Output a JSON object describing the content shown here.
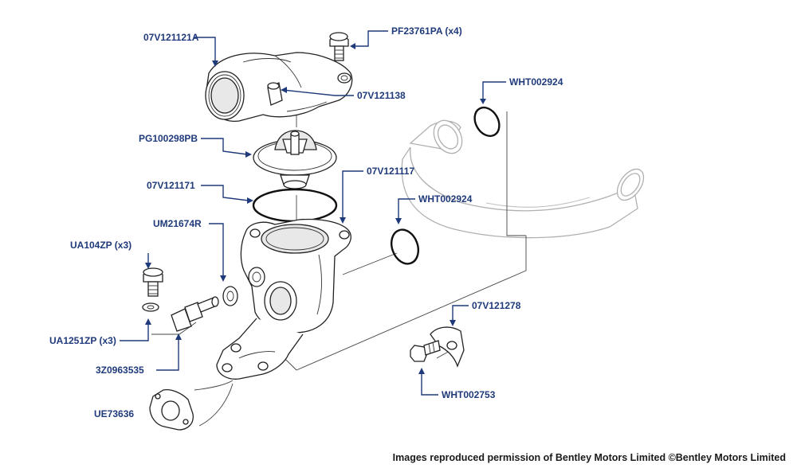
{
  "labels": {
    "housing_outlet": "07V121121A",
    "outlet_bolts": "PF23761PA (x4)",
    "hose_upper_oring": "WHT002924",
    "outlet_spigot": "07V121138",
    "thermostat": "PG100298PB",
    "housing_body": "07V121117",
    "thermostat_seal": "07V121171",
    "hose_lower_oring": "WHT002924",
    "sensor_seal": "UM21674R",
    "housing_bolts": "UA104ZP (x3)",
    "housing_washers": "UA1251ZP (x3)",
    "temp_sensor": "3Z0963535",
    "bracket": "07V121278",
    "bracket_bolt": "WHT002753",
    "gasket": "UE73636"
  },
  "footer": {
    "credit": "Images reproduced permission of Bentley Motors Limited ©Bentley Motors Limited"
  },
  "colors": {
    "label": "#1f3a7a",
    "line_art": "#222222",
    "ghost_hose": "#b0b0b0"
  }
}
